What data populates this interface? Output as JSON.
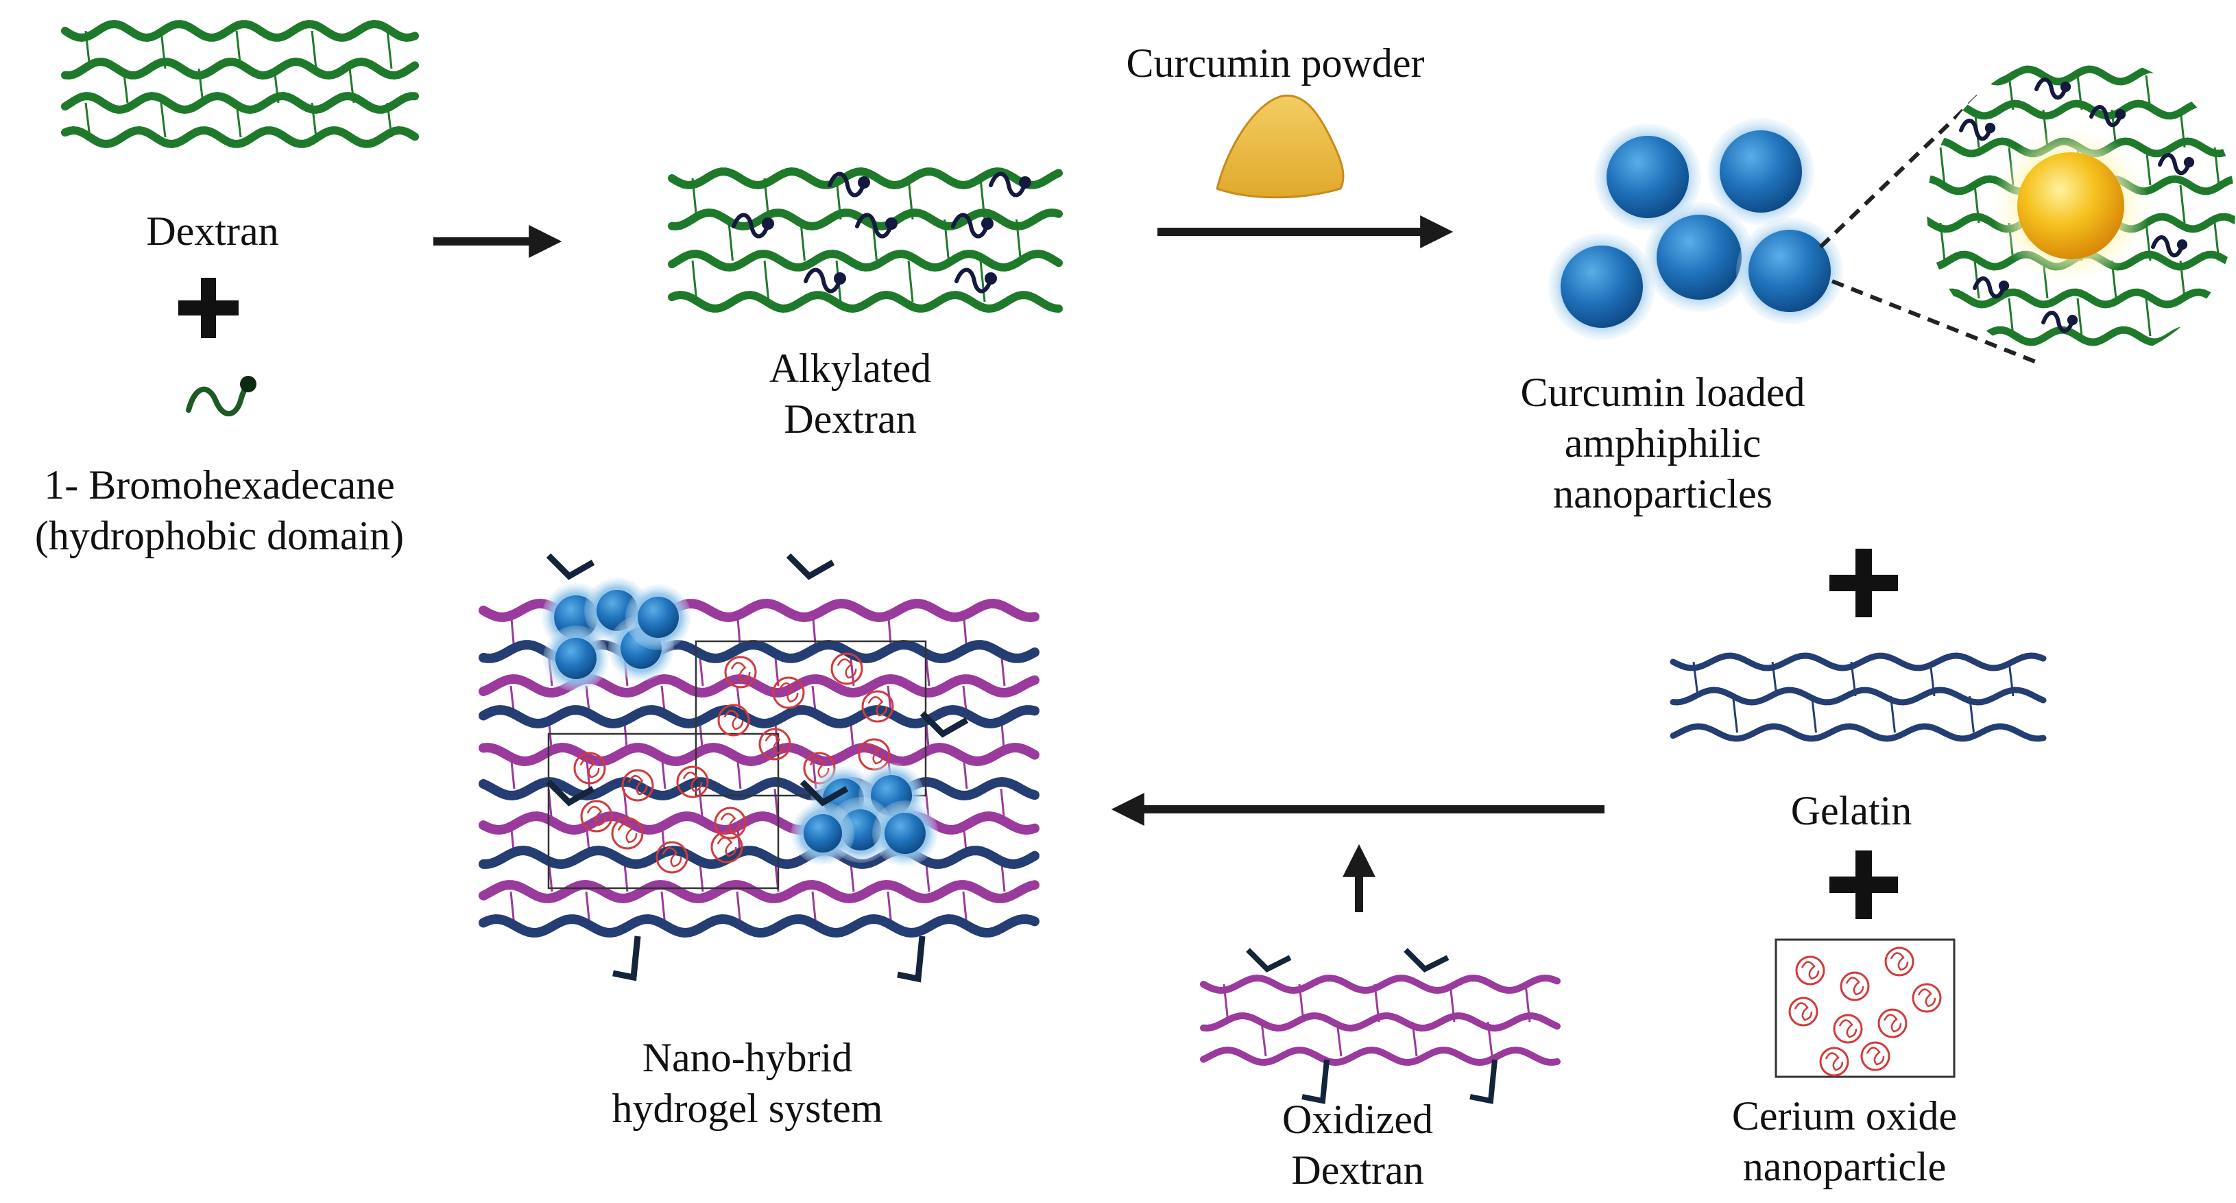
{
  "labels": {
    "dextran": "Dextran",
    "bromo_1": "1- Bromohexadecane",
    "bromo_2": "(hydrophobic domain)",
    "alkylated_1": "Alkylated",
    "alkylated_2": "Dextran",
    "curcumin_powder": "Curcumin powder",
    "cl_1": "Curcumin loaded",
    "cl_2": "amphiphilic",
    "cl_3": "nanoparticles",
    "gelatin": "Gelatin",
    "ceo_1": "Cerium oxide",
    "ceo_2": "nanoparticle",
    "ox_1": "Oxidized",
    "ox_2": "Dextran",
    "nh_1": "Nano-hybrid",
    "nh_2": "hydrogel system"
  },
  "colors": {
    "dextran_green": "#1e7a2a",
    "alkyl_navy": "#15193f",
    "gelatin_navy": "#243d72",
    "oxidized_purple": "#9a3a9c",
    "nanoparticle_blue": "#2a7cc4",
    "curcumin_yellow": "#f4b81a",
    "ceria_red": "#d23a3a",
    "arrow": "#1a1a1a"
  }
}
